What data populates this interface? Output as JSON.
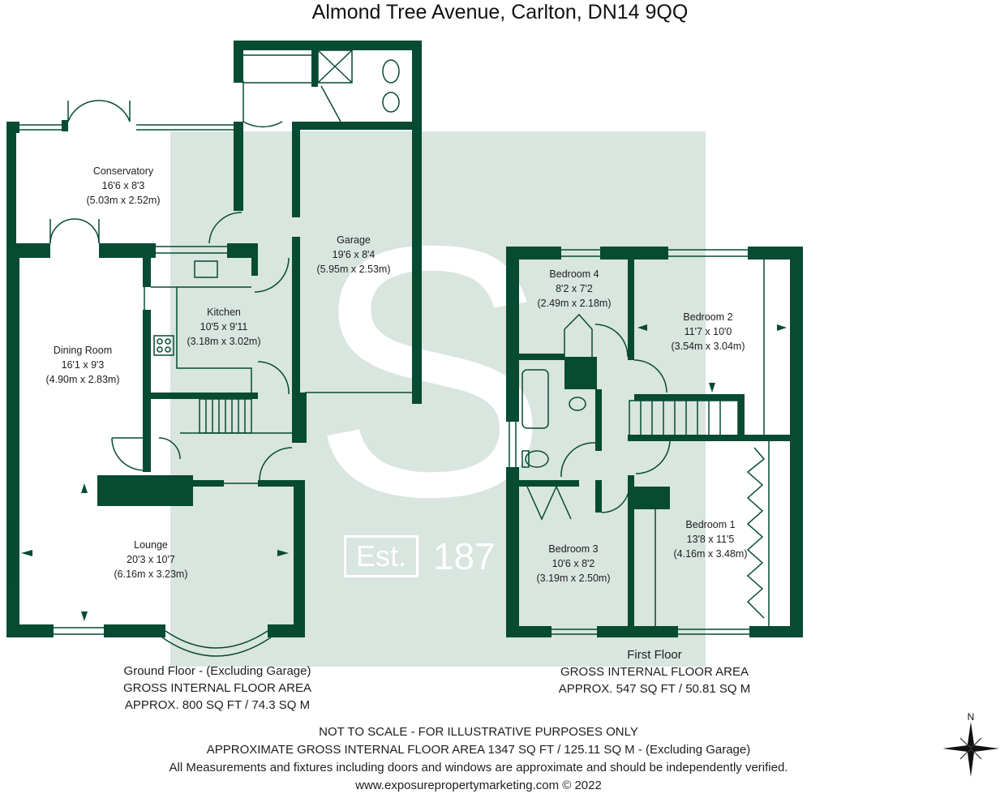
{
  "title": "Almond Tree Avenue, Carlton, DN14 9QQ",
  "colors": {
    "wall": "#064b32",
    "watermark": "#d9e5df",
    "text": "#1e1e1e"
  },
  "watermark": {
    "letter": "S",
    "est_label": "Est.",
    "year": "187"
  },
  "rooms": {
    "conservatory": {
      "name": "Conservatory",
      "imperial": "16'6 x 8'3",
      "metric": "(5.03m x 2.52m)"
    },
    "garage": {
      "name": "Garage",
      "imperial": "19'6 x 8'4",
      "metric": "(5.95m x 2.53m)"
    },
    "kitchen": {
      "name": "Kitchen",
      "imperial": "10'5 x 9'11",
      "metric": "(3.18m x 3.02m)"
    },
    "dining_room": {
      "name": "Dining Room",
      "imperial": "16'1 x 9'3",
      "metric": "(4.90m x 2.83m)"
    },
    "lounge": {
      "name": "Lounge",
      "imperial": "20'3 x 10'7",
      "metric": "(6.16m x 3.23m)"
    },
    "bedroom4": {
      "name": "Bedroom 4",
      "imperial": "8'2 x 7'2",
      "metric": "(2.49m x 2.18m)"
    },
    "bedroom2": {
      "name": "Bedroom 2",
      "imperial": "11'7 x 10'0",
      "metric": "(3.54m x 3.04m)"
    },
    "bedroom3": {
      "name": "Bedroom 3",
      "imperial": "10'6 x 8'2",
      "metric": "(3.19m x 2.50m)"
    },
    "bedroom1": {
      "name": "Bedroom 1",
      "imperial": "13'8 x 11'5",
      "metric": "(4.16m x 3.48m)"
    }
  },
  "ground_floor": {
    "line1": "Ground Floor - (Excluding Garage)",
    "line2": "GROSS INTERNAL FLOOR AREA",
    "line3": "APPROX. 800 SQ FT / 74.3 SQ M"
  },
  "first_floor": {
    "line1": "First Floor",
    "line2": "GROSS INTERNAL FLOOR AREA",
    "line3": "APPROX. 547 SQ FT / 50.81 SQ M"
  },
  "footer": {
    "line1": "NOT TO SCALE - FOR ILLUSTRATIVE PURPOSES ONLY",
    "line2": "APPROXIMATE GROSS INTERNAL FLOOR AREA 1347 SQ FT / 125.11 SQ M - (Excluding Garage)",
    "line3": "All Measurements and fixtures including doors and windows are approximate and should be independently verified.",
    "line4": "www.exposurepropertymarketing.com © 2022"
  },
  "compass": {
    "north_label": "N",
    "icon": "compass-rose-icon"
  }
}
